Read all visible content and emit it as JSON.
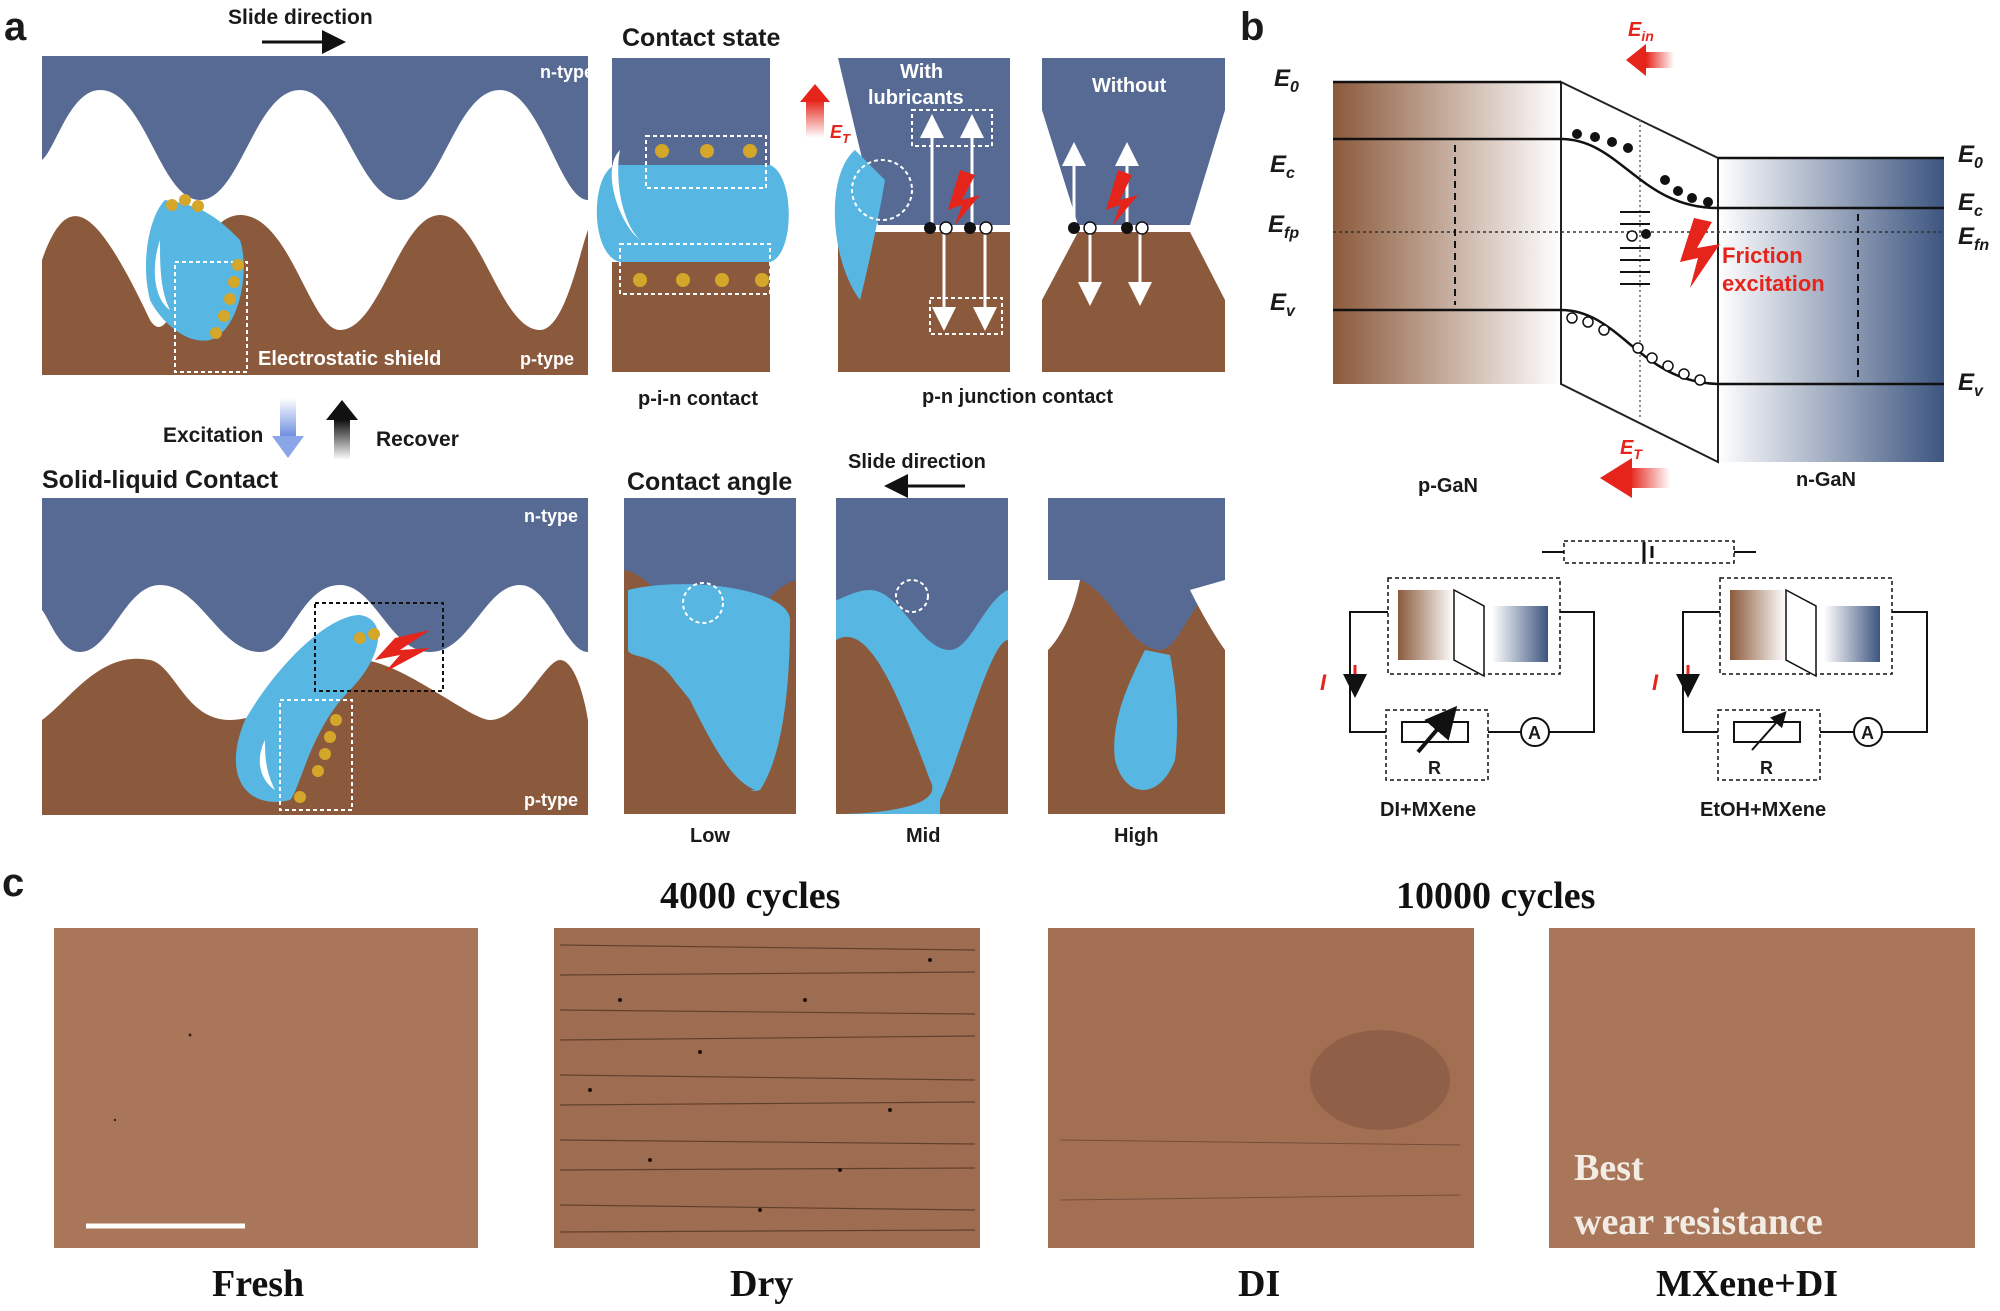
{
  "panel_a": {
    "letter": "a",
    "slide_direction_top": "Slide direction",
    "n_type": "n-type",
    "p_type": "p-type",
    "electrostatic_shield": "Electrostatic shield",
    "contact_state": "Contact state",
    "with_lubricants_1": "With",
    "with_lubricants_2": "lubricants",
    "without": "Without",
    "e_t": "E",
    "e_t_sub": "T",
    "pin_contact": "p-i-n contact",
    "pn_contact": "p-n junction contact",
    "excitation": "Excitation",
    "recover": "Recover",
    "solid_liquid": "Solid-liquid Contact",
    "contact_angle": "Contact angle",
    "slide_direction_bottom": "Slide direction",
    "low": "Low",
    "mid": "Mid",
    "high": "High"
  },
  "panel_b": {
    "letter": "b",
    "e_in": "E",
    "e_in_sub": "in",
    "e0_left": "E",
    "e0_left_sub": "0",
    "ec_left": "E",
    "ec_left_sub": "c",
    "efp": "E",
    "efp_sub": "fp",
    "ev_left": "E",
    "ev_left_sub": "v",
    "e0_right": "E",
    "e0_right_sub": "0",
    "ec_right": "E",
    "ec_right_sub": "c",
    "efn": "E",
    "efn_sub": "fn",
    "ev_right": "E",
    "ev_right_sub": "v",
    "friction_1": "Friction",
    "friction_2": "excitation",
    "e_t": "E",
    "e_t_sub": "T",
    "p_gan": "p-GaN",
    "n_gan": "n-GaN",
    "current": "I",
    "resistor": "R",
    "ammeter": "A",
    "circuit_left": "DI+MXene",
    "circuit_right": "EtOH+MXene"
  },
  "panel_c": {
    "letter": "c",
    "cycles_4000": "4000 cycles",
    "cycles_10000": "10000 cycles",
    "images": [
      {
        "label": "Fresh",
        "overlay": ""
      },
      {
        "label": "Dry",
        "overlay": ""
      },
      {
        "label": "DI",
        "overlay": ""
      },
      {
        "label": "MXene+DI",
        "overlay_1": "Best",
        "overlay_2": "wear resistance"
      }
    ]
  },
  "colors": {
    "n_type": "#566a93",
    "p_type": "#8b5a3c",
    "liquid": "#57b6e2",
    "micrograph": "#a9765a",
    "accent_red": "#e5241b"
  }
}
